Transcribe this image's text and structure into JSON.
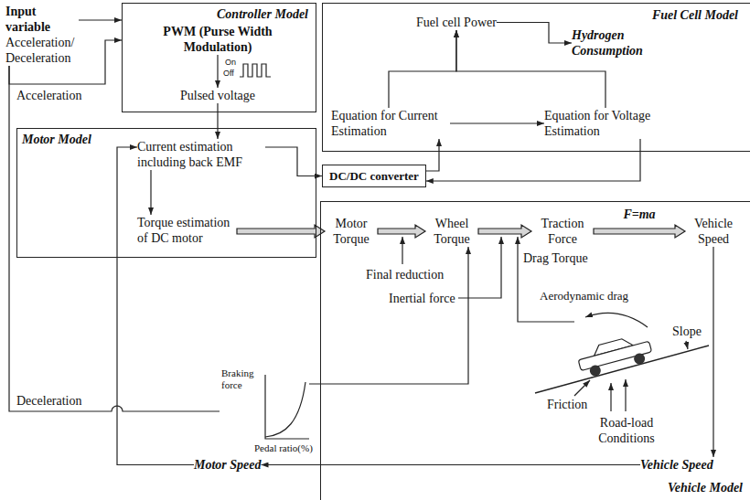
{
  "diagram": {
    "nodes": [
      {
        "text": [
          "Input variable",
          "Acceleration/ Deceleration"
        ]
      },
      {
        "text": [
          "Controller Model"
        ]
      },
      {
        "text": [
          "PWM (Purse Width Modulation)"
        ],
        "in": 1
      },
      {
        "text": [
          "Pulsed voltage"
        ],
        "in": 1
      },
      {
        "text": [
          "Fuel Cell Model"
        ]
      },
      {
        "text": [
          "Fuel cell Power"
        ],
        "in": 4
      },
      {
        "text": [
          "Hydrogen Consumption"
        ],
        "in": 4
      },
      {
        "text": [
          "Equation for Current Estimation"
        ],
        "in": 4
      },
      {
        "text": [
          "Equation for Voltage Estimation"
        ],
        "in": 4
      },
      {
        "text": [
          "Motor Model"
        ]
      },
      {
        "text": [
          "Current estimation including back EMF"
        ],
        "in": 9
      },
      {
        "text": [
          "Torque estimation of DC motor"
        ],
        "in": 9
      },
      {
        "text": [
          "DC/DC converter"
        ]
      },
      {
        "text": [
          "Vehicle Model"
        ]
      },
      {
        "text": [
          "Motor Torque"
        ],
        "in": 13
      },
      {
        "text": [
          "Wheel Torque"
        ],
        "in": 13
      },
      {
        "text": [
          "Traction Force"
        ],
        "in": 13
      },
      {
        "text": [
          "Vehicle Speed"
        ],
        "in": 13
      },
      {
        "text": [
          "Braking force",
          "Pedal ratio(%)"
        ]
      },
      {
        "text": [
          "Vehicle Speed"
        ],
        "in": 13
      },
      {
        "text": [
          "Motor Speed"
        ]
      }
    ],
    "edges": [
      {
        "from": 0,
        "to": 1,
        "arrow": "to"
      },
      {
        "from": 0,
        "to": 1,
        "label": "Acceleration",
        "arrow": "to"
      },
      {
        "from": 0,
        "to": 18,
        "label": "Deceleration",
        "arrow": "none"
      },
      {
        "from": 2,
        "to": 3,
        "arrow": "to"
      },
      {
        "from": 3,
        "to": 10,
        "arrow": "to"
      },
      {
        "from": 7,
        "to": 8,
        "arrow": "to"
      },
      {
        "from": 7,
        "to": 5,
        "arrow": "to"
      },
      {
        "from": 8,
        "to": 5,
        "arrow": "to"
      },
      {
        "from": 5,
        "to": 6,
        "arrow": "to"
      },
      {
        "from": 10,
        "to": 12,
        "arrow": "to"
      },
      {
        "from": 12,
        "to": 7,
        "arrow": "to"
      },
      {
        "from": 8,
        "to": 12,
        "arrow": "to"
      },
      {
        "from": 11,
        "to": 14,
        "arrow": "to"
      },
      {
        "from": 14,
        "to": 15,
        "arrow": "to"
      },
      {
        "from": 15,
        "to": 16,
        "arrow": "to"
      },
      {
        "from": 16,
        "to": 17,
        "label": "F=ma",
        "arrow": "to"
      },
      {
        "from": 17,
        "to": 19,
        "arrow": "to"
      },
      {
        "from": 19,
        "to": 20,
        "arrow": "to"
      },
      {
        "from": 20,
        "to": 10,
        "arrow": "to"
      },
      {
        "from": 10,
        "to": 11,
        "arrow": "to"
      },
      {
        "from": 18,
        "to": 15,
        "arrow": "to"
      }
    ],
    "labels": [
      "On",
      "Off",
      "Final reduction",
      "Drag Torque",
      "Inertial force",
      "Aerodynamic drag",
      "Slope",
      "Friction",
      "Road-load Conditions"
    ]
  }
}
